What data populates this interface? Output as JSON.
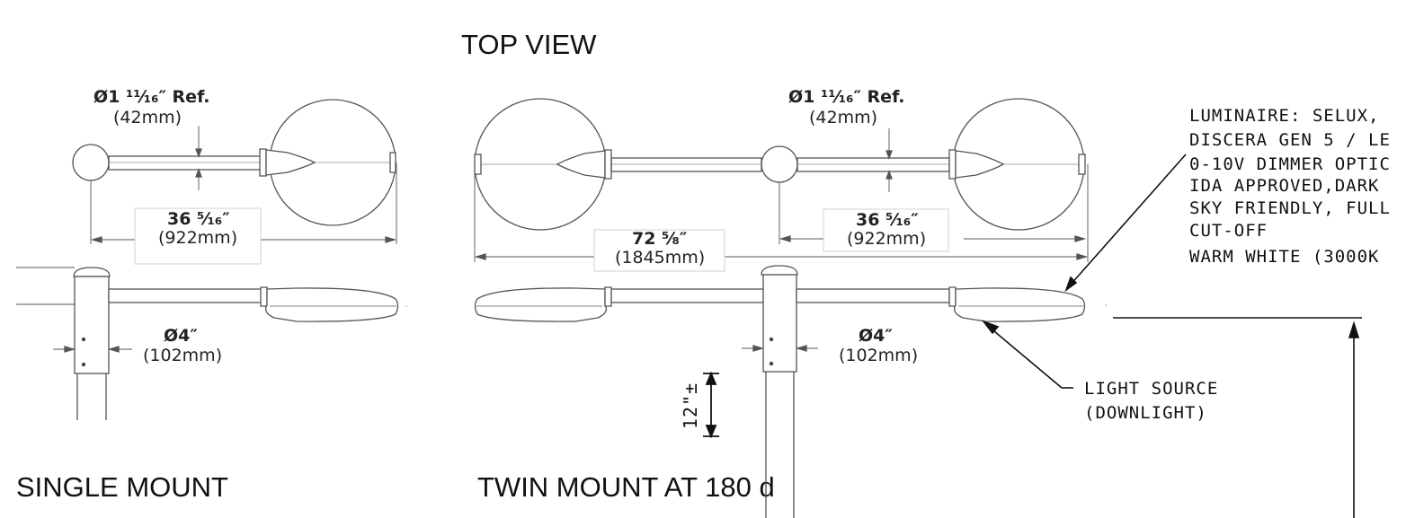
{
  "headings": {
    "top_view": "TOP VIEW",
    "single_mount": "SINGLE MOUNT",
    "twin_mount": "TWIN MOUNT AT 180 d"
  },
  "single_top": {
    "ref_label": "Ø1 ¹¹⁄₁₆″ Ref.",
    "ref_mm": "(42mm)",
    "length_label": "36 ⁵⁄₁₆″",
    "length_mm": "(922mm)"
  },
  "twin_top": {
    "ref_label": "Ø1 ¹¹⁄₁₆″ Ref.",
    "ref_mm": "(42mm)",
    "arm_label": "36 ⁵⁄₁₆″",
    "arm_mm": "(922mm)",
    "overall_label": "72 ⁵⁄₈″",
    "overall_mm": "(1845mm)"
  },
  "single_side": {
    "pole_label": "Ø4″",
    "pole_mm": "(102mm)"
  },
  "twin_side": {
    "pole_label": "Ø4″",
    "pole_mm": "(102mm)",
    "height_note": "12\"±"
  },
  "luminaire_note": [
    "LUMINAIRE: SELUX,",
    "DISCERA GEN 5 / LE",
    "0-10V DIMMER OPTIC",
    "IDA APPROVED,DARK",
    "SKY FRIENDLY, FULL",
    "CUT-OFF",
    "WARM WHITE (3000K"
  ],
  "light_source_note": [
    "LIGHT SOURCE",
    "(DOWNLIGHT)"
  ],
  "colors": {
    "line": "#555555",
    "dark_line": "#111111"
  }
}
